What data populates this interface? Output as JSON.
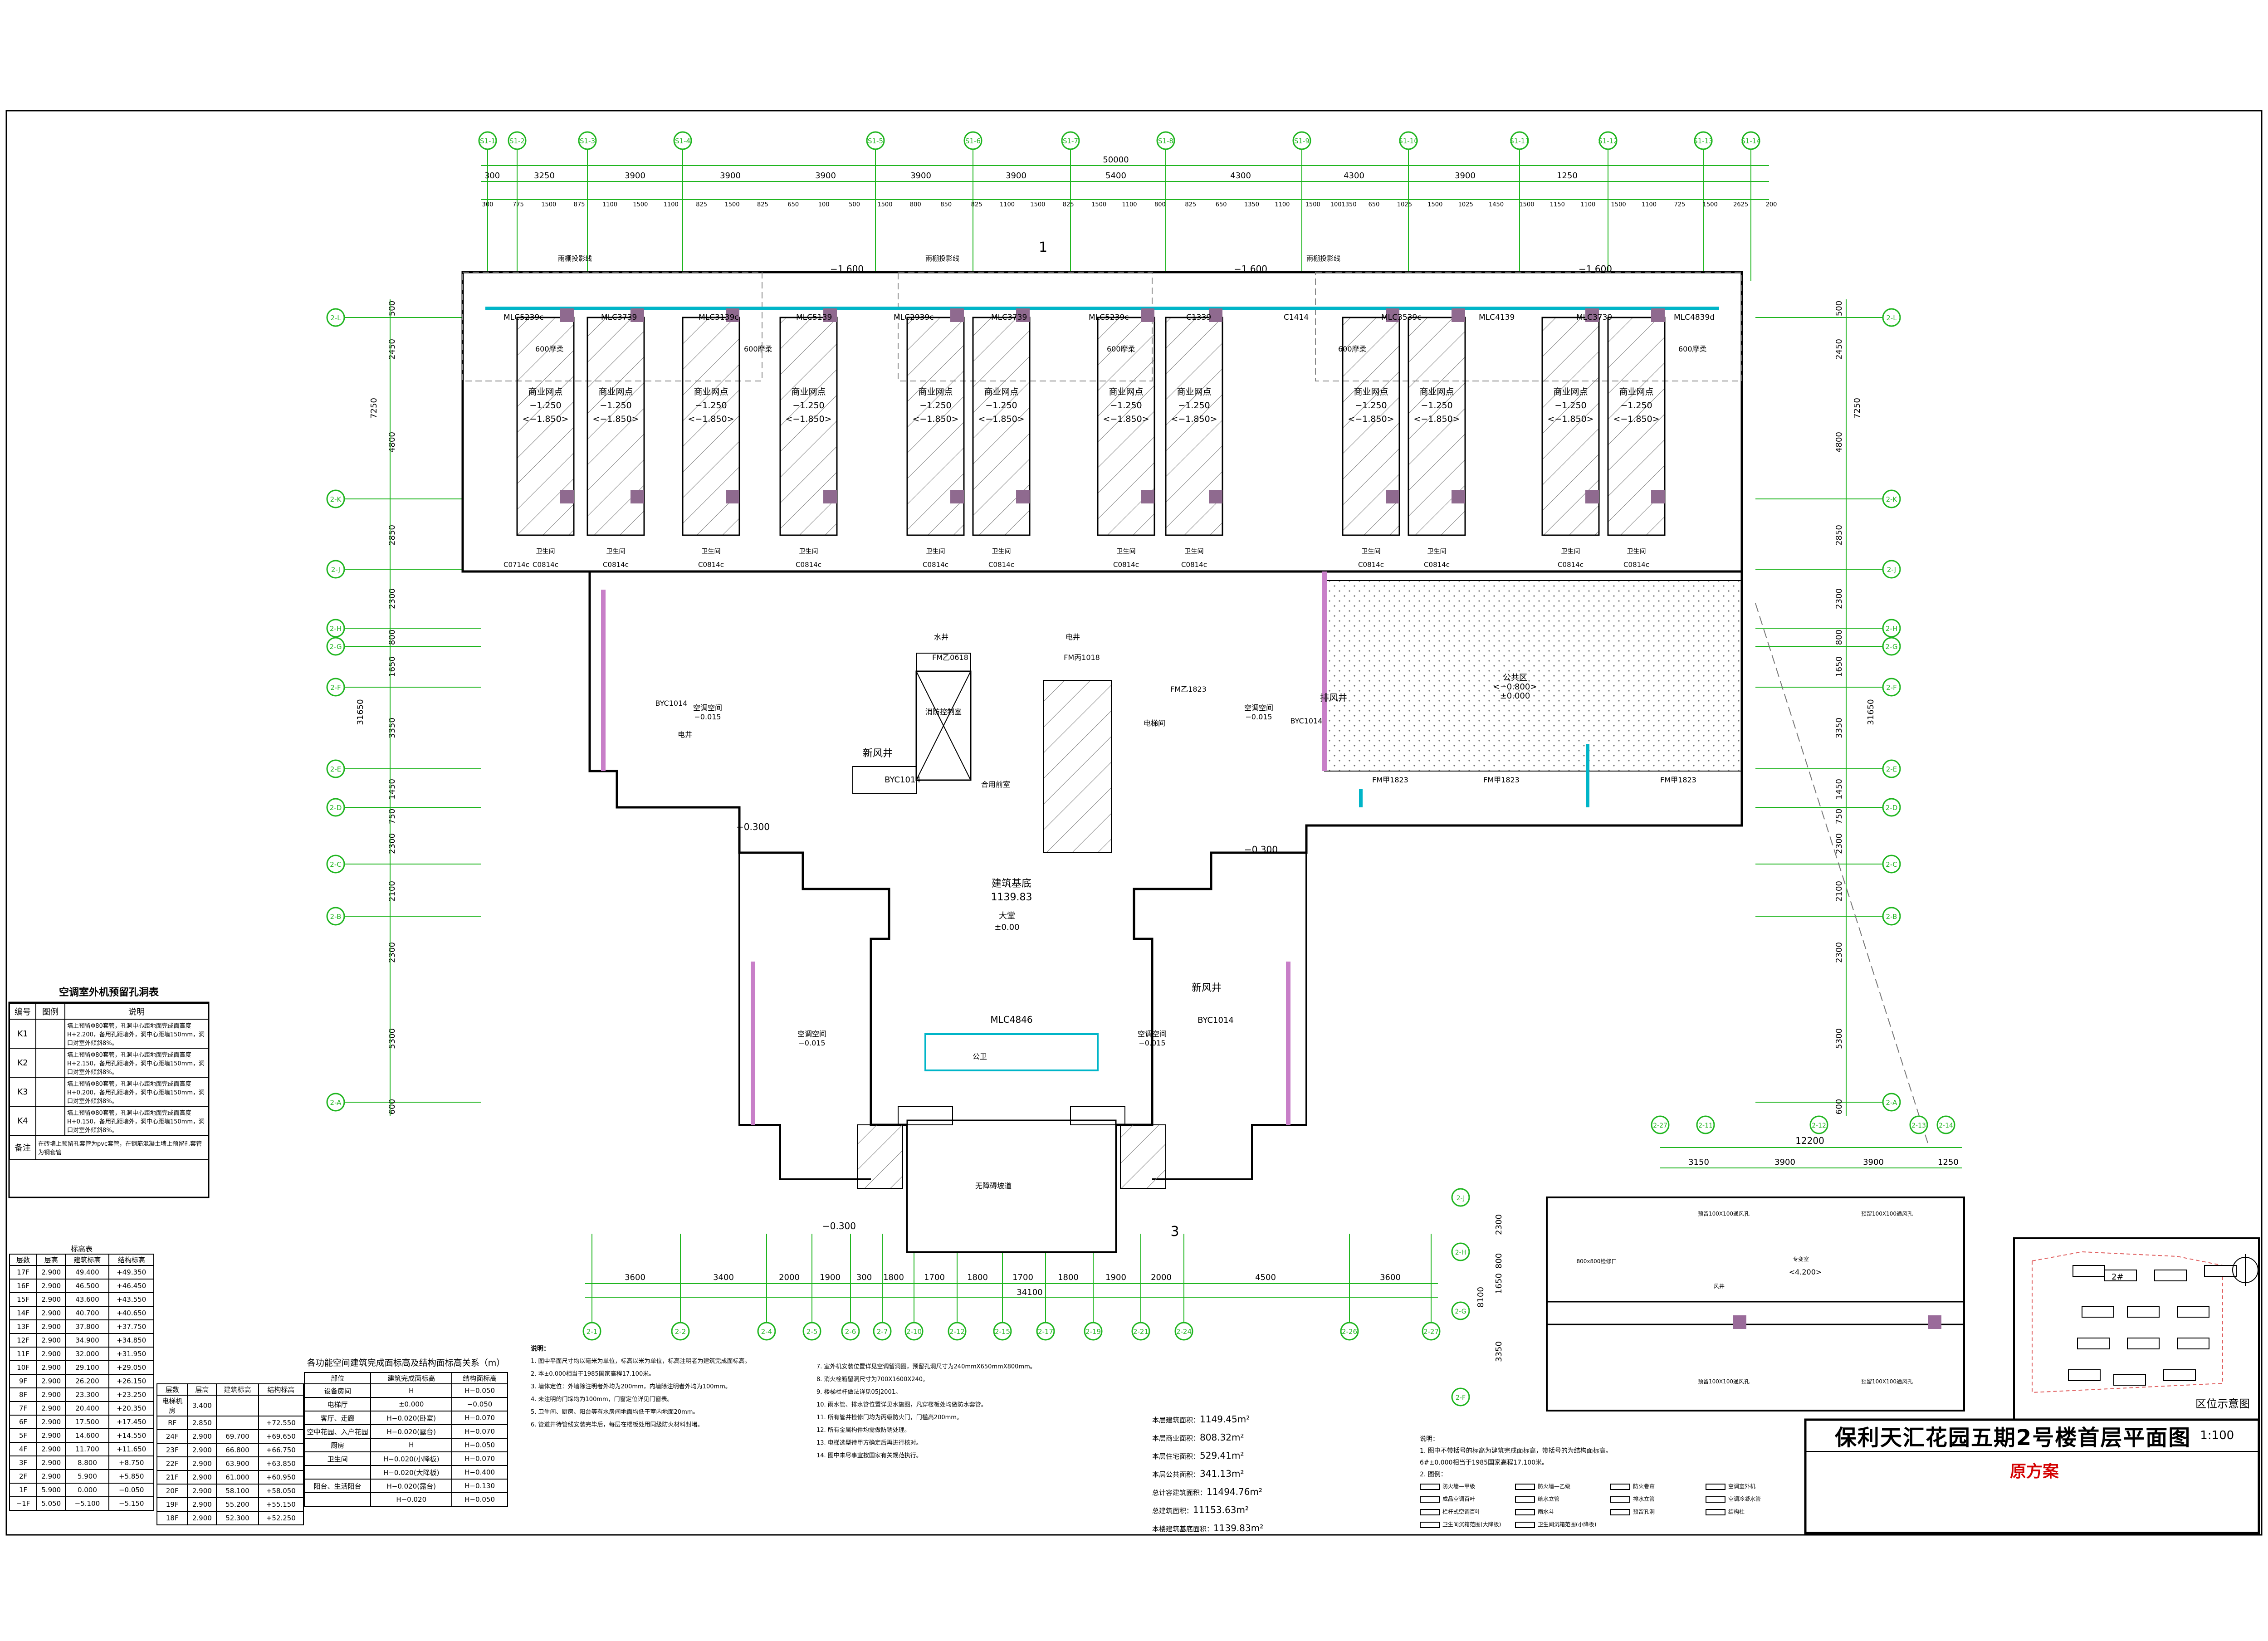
{
  "title_block": {
    "title": "保利天汇花园五期2号楼首层平面图",
    "scale": "1:100",
    "status": "原方案"
  },
  "site_plan": {
    "label": "区位示意图",
    "building_tag": "2#"
  },
  "dimensions": {
    "overall_top": "50000",
    "top_row1": [
      "300",
      "3250",
      "3900",
      "3900",
      "3900",
      "3900",
      "3900",
      "5400",
      "4300",
      "4300",
      "3900",
      "1250"
    ],
    "top_row2": [
      "300",
      "775",
      "1500",
      "875",
      "1100",
      "1500",
      "1100",
      "825",
      "1500",
      "825",
      "650",
      "100",
      "500",
      "1500",
      "800",
      "850",
      "825",
      "1100",
      "1500",
      "825",
      "1500",
      "1100",
      "800",
      "825",
      "650",
      "1350",
      "1100",
      "1500",
      "1001350",
      "650",
      "1025",
      "1500",
      "1025",
      "1450",
      "1500",
      "1150",
      "1100",
      "1500",
      "1100",
      "725",
      "1500",
      "2625",
      "200"
    ],
    "bottom_row": [
      "3600",
      "3400",
      "2000",
      "1900",
      "300",
      "1800",
      "1700",
      "1800",
      "1700",
      "1800",
      "1900",
      "2000",
      "4500",
      "3600"
    ],
    "bottom_total": "34100",
    "left_side": [
      "500",
      "2450",
      "4800",
      "2850",
      "2300",
      "800",
      "1650",
      "3350",
      "1450",
      "750",
      "2300",
      "2100",
      "2300",
      "5300",
      "600"
    ],
    "left_total1": "7250",
    "left_total2": "31650",
    "right_side": [
      "500",
      "2450",
      "4800",
      "2850",
      "2300",
      "800",
      "1650",
      "3350",
      "1450",
      "750",
      "2300",
      "2100",
      "2300",
      "5300",
      "600"
    ],
    "right_total1": "7250",
    "right_total2": "31650"
  },
  "axis_top": [
    "S1-1",
    "S1-2",
    "S1-3",
    "S1-4",
    "S1-5",
    "S1-6",
    "S1-7",
    "S1-8",
    "S1-9",
    "S1-10",
    "S1-11",
    "S1-12",
    "S1-13",
    "S1-14"
  ],
  "axis_bottom": [
    "2-1",
    "2-2",
    "2-4",
    "2-5",
    "2-6",
    "2-7",
    "2-10",
    "2-12",
    "2-15",
    "2-17",
    "2-19",
    "2-21",
    "2-24",
    "2-26",
    "2-27"
  ],
  "axis_left": [
    "2-L",
    "2-K",
    "2-J",
    "2-H",
    "2-G",
    "2-F",
    "2-E",
    "2-D",
    "2-C",
    "2-B",
    "2-A"
  ],
  "axis_right": [
    "2-L",
    "2-K",
    "2-J",
    "2-H",
    "2-G",
    "2-F",
    "2-E",
    "2-D",
    "2-C",
    "2-B",
    "2-A"
  ],
  "plan_labels": {
    "shops": [
      "商业网点",
      "商业网点",
      "商业网点",
      "商业网点",
      "商业网点",
      "商业网点",
      "商业网点",
      "商业网点",
      "商业网点",
      "商业网点",
      "商业网点",
      "商业网点"
    ],
    "shop_level": "−1.250",
    "shop_level2": "<−1.850>",
    "windows_top": [
      "MLC5239c",
      "MLC3739",
      "MLC3139c",
      "MLC5139",
      "MLC2939c",
      "MLC3739",
      "MLC5239c",
      "C1339",
      "C1414",
      "MLC3539c",
      "MLC4139",
      "MLC3739",
      "MLC4839d"
    ],
    "walkway": "雨棚投影线",
    "level_top": [
      "−1.600",
      "−1.600",
      "−1.600"
    ],
    "vent": "600摩柔",
    "toilet": "卫生间",
    "c0814": "C0814c",
    "c0714": "C0714c",
    "hall": "建筑基底",
    "hall_area": "1139.83",
    "lobby": "大堂",
    "lobby_level": "±0.00",
    "mlc4846": "MLC4846",
    "new_air": "新风井",
    "byc": "BYC1014",
    "ac_space": "空调空间",
    "ac_level": "−0.015",
    "electric": "电井",
    "water": "水井",
    "elevator": "电梯间",
    "fire_room": "消防控制室",
    "public_wc": "公卫",
    "corridor": "合用前室",
    "exhaust": "排风井",
    "garage": "公共区",
    "garage_level": "<−0.800>",
    "garage_level2": "±0.000",
    "outdoor_level": "−0.300",
    "entrance": "无障碍坡道",
    "fm": "FM甲1823",
    "fm2": "FM乙0618",
    "fm3": "FM丙1018",
    "fmj": "FM乙1823",
    "num_1": "1",
    "num_3": "3"
  },
  "ac_table": {
    "title": "空调室外机预留孔洞表",
    "headers": [
      "编号",
      "图例",
      "说明"
    ],
    "rows": [
      {
        "id": "K1",
        "desc": "墙上预留Φ80套管，孔洞中心距地面完成面高度H+2.200，备用孔距墙外，洞中心距墙150mm，洞口对室外倾斜8%。"
      },
      {
        "id": "K2",
        "desc": "墙上预留Φ80套管，孔洞中心距地面完成面高度H+2.150，备用孔距墙外，洞中心距墙150mm，洞口对室外倾斜8%。"
      },
      {
        "id": "K3",
        "desc": "墙上预留Φ80套管，孔洞中心距地面完成面高度H+0.200，备用孔距墙外，洞中心距墙150mm，洞口对室外倾斜8%。"
      },
      {
        "id": "K4",
        "desc": "墙上预留Φ80套管，孔洞中心距地面完成面高度H+0.150，备用孔距墙外，洞中心距墙150mm，洞口对室外倾斜8%。"
      },
      {
        "id": "备注",
        "desc": "在砖墙上预留孔套管为pvc套管，在钢筋混凝土墙上预留孔套管为钢套管"
      }
    ]
  },
  "floor_table": {
    "title": "标高表",
    "headers": [
      "层数",
      "层高",
      "建筑标高",
      "结构标高"
    ],
    "rows": [
      [
        "17F",
        "2.900",
        "49.400",
        "+49.350"
      ],
      [
        "16F",
        "2.900",
        "46.500",
        "+46.450"
      ],
      [
        "15F",
        "2.900",
        "43.600",
        "+43.550"
      ],
      [
        "14F",
        "2.900",
        "40.700",
        "+40.650"
      ],
      [
        "13F",
        "2.900",
        "37.800",
        "+37.750"
      ],
      [
        "12F",
        "2.900",
        "34.900",
        "+34.850"
      ],
      [
        "11F",
        "2.900",
        "32.000",
        "+31.950"
      ],
      [
        "10F",
        "2.900",
        "29.100",
        "+29.050"
      ],
      [
        "9F",
        "2.900",
        "26.200",
        "+26.150"
      ],
      [
        "8F",
        "2.900",
        "23.300",
        "+23.250"
      ],
      [
        "7F",
        "2.900",
        "20.400",
        "+20.350"
      ],
      [
        "6F",
        "2.900",
        "17.500",
        "+17.450"
      ],
      [
        "5F",
        "2.900",
        "14.600",
        "+14.550"
      ],
      [
        "4F",
        "2.900",
        "11.700",
        "+11.650"
      ],
      [
        "3F",
        "2.900",
        "8.800",
        "+8.750"
      ],
      [
        "2F",
        "2.900",
        "5.900",
        "+5.850"
      ],
      [
        "1F",
        "5.900",
        "0.000",
        "−0.050"
      ],
      [
        "−1F",
        "5.050",
        "−5.100",
        "−5.150"
      ]
    ],
    "rows2": [
      [
        "电梯机房",
        "3.400",
        "",
        ""
      ],
      [
        "RF",
        "2.850",
        "",
        "+72.550"
      ],
      [
        "24F",
        "2.900",
        "69.700",
        "+69.650"
      ],
      [
        "23F",
        "2.900",
        "66.800",
        "+66.750"
      ],
      [
        "22F",
        "2.900",
        "63.900",
        "+63.850"
      ],
      [
        "21F",
        "2.900",
        "61.000",
        "+60.950"
      ],
      [
        "20F",
        "2.900",
        "58.100",
        "+58.050"
      ],
      [
        "19F",
        "2.900",
        "55.200",
        "+55.150"
      ],
      [
        "18F",
        "2.900",
        "52.300",
        "+52.250"
      ]
    ]
  },
  "room_table": {
    "title": "各功能空间建筑完成面标高及结构面标高关系（m）",
    "headers": [
      "部位",
      "建筑完成面标高",
      "结构面标高"
    ],
    "rows": [
      [
        "设备房间",
        "H",
        "H−0.050"
      ],
      [
        "电梯厅",
        "±0.000",
        "−0.050"
      ],
      [
        "客厅、走廊",
        "H−0.020(卧室)",
        "H−0.070"
      ],
      [
        "空中花园、入户花园",
        "H−0.020(露台)",
        "H−0.070"
      ],
      [
        "厨房",
        "H",
        "H−0.050"
      ],
      [
        "卫生间",
        "H−0.020(小降板)",
        "H−0.070"
      ],
      [
        "",
        "H−0.020(大降板)",
        "H−0.400"
      ],
      [
        "阳台、生活阳台",
        "H−0.020(露台)",
        "H−0.130"
      ],
      [
        "",
        "H−0.020",
        "H−0.050"
      ]
    ]
  },
  "notes": {
    "title": "说明：",
    "items": [
      "1. 图中平面尺寸均以毫米为单位，标高以米为单位，标高注明者为建筑完成面标高。",
      "2. 本±0.000相当于1985国家高程17.100米。",
      "3. 墙体定位：外墙除注明者外均为200mm，内墙除注明者外均为100mm。",
      "4. 未注明的门垛均为100mm，门窗定位详见门窗表。",
      "5. 卫生间、厨房、阳台等有水房间地面均低于室内地面20mm。",
      "6. 管道井待管线安装完毕后，每层在楼板处用同级防火材料封堵。",
      "7. 室外机安装位置详见空调留洞图，预留孔洞尺寸为240mmX650mmX800mm。",
      "8. 消火栓箱留洞尺寸为700X1600X240。",
      "9. 楼梯栏杆做法详见05J2001。",
      "10. 雨水管、排水管位置详见水施图，凡穿楼板处均做防水套管。",
      "11. 所有管井检修门均为丙级防火门，门槛高200mm。",
      "12. 所有金属构件均需做防锈处理。",
      "13. 电梯选型待甲方确定后再进行核对。",
      "14. 图中未尽事宜按国家有关规范执行。"
    ]
  },
  "area_stats": {
    "items": [
      {
        "label": "本层建筑面积：",
        "value": "1149.45m²"
      },
      {
        "label": "本层商业面积：",
        "value": "808.32m²"
      },
      {
        "label": "本层住宅面积：",
        "value": "529.41m²"
      },
      {
        "label": "本层公共面积：",
        "value": "341.13m²"
      },
      {
        "label": "总计容建筑面积：",
        "value": "11494.76m²"
      },
      {
        "label": "总建筑面积：",
        "value": "11153.63m²"
      },
      {
        "label": "本楼建筑基底面积：",
        "value": "1139.83m²"
      }
    ]
  },
  "legend": {
    "title": "说明：",
    "line1": "1. 图中不带括号的标高为建筑完成面标高，带括号的为结构面标高。",
    "line2": "6#±0.000相当于1985国家高程17.100米。",
    "sub": "2. 图例：",
    "items": [
      "防火墙—甲级",
      "防火墙—乙级",
      "防火卷帘",
      "空调室外机",
      "成品空调百叶",
      "给水立管",
      "排水立管",
      "空调冷凝水管",
      "栏杆式空调百叶",
      "雨水斗",
      "预留孔洞",
      "结构柱",
      "卫生间沉箱范围(大降板)",
      "卫生间沉箱范围(小降板)"
    ]
  },
  "inset_plan": {
    "dims_top": [
      "3150",
      "3900",
      "3900",
      "1250"
    ],
    "dims_total": "12200",
    "axis_top": [
      "2-27",
      "2-11",
      "2-12",
      "2-13",
      "2-14"
    ],
    "axis_left": [
      "2-J",
      "2-H",
      "2-G",
      "2-F"
    ],
    "dims_left": [
      "2300",
      "800",
      "1650",
      "3350"
    ],
    "left_total": "8100",
    "labels": [
      "预留100X100通风孔",
      "预留100X100通风孔",
      "专变室",
      "风井",
      "预留100X100通风孔",
      "预留100X100通风孔",
      "800x800检修口"
    ],
    "level": "<4.200>"
  }
}
